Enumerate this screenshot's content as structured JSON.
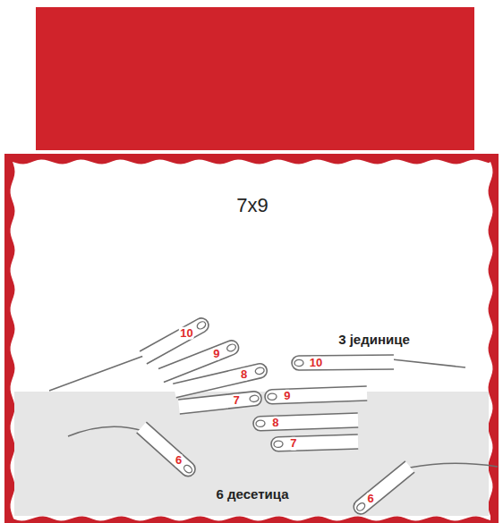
{
  "diagram": {
    "title": "7x9",
    "labels": [
      "10",
      "9",
      "8",
      "7",
      "6",
      "3 јединице",
      "10",
      "9",
      "8",
      "7",
      "6",
      "6 десетица"
    ]
  }
}
